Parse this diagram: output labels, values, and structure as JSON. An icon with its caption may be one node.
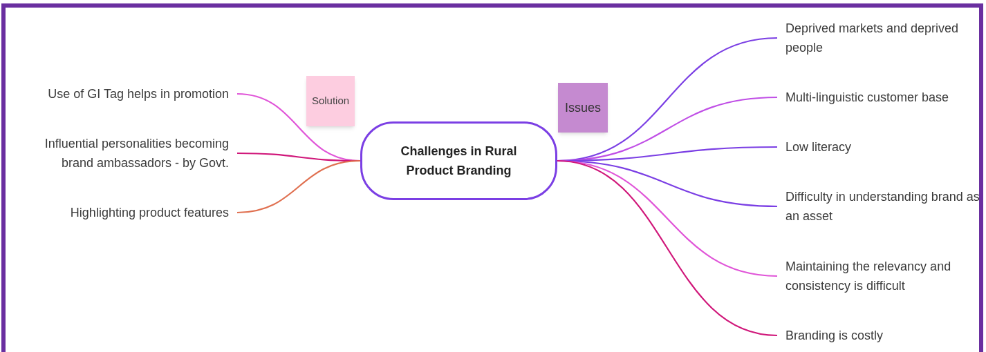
{
  "diagram": {
    "nodes": [
      {
        "text": [
          "Challenges in Rural Product Branding"
        ]
      },
      {
        "text": [
          "Solution"
        ]
      },
      {
        "text": [
          "Issues"
        ]
      },
      {
        "text": [
          "Use of GI Tag helps in promotion"
        ]
      },
      {
        "text": [
          "Influential personalities becoming brand ambassadors - by Govt."
        ]
      },
      {
        "text": [
          "Highlighting product features"
        ]
      },
      {
        "text": [
          "Deprived markets and deprived people"
        ]
      },
      {
        "text": [
          "Multi-linguistic customer base"
        ]
      },
      {
        "text": [
          "Low literacy"
        ]
      },
      {
        "text": [
          "Difficulty in understanding brand as an asset"
        ]
      },
      {
        "text": [
          "Maintaining the relevancy and consistency is difficult"
        ]
      },
      {
        "text": [
          "Branding is costly"
        ]
      }
    ],
    "edges": [
      {
        "from": 0,
        "to": 3,
        "arrow": "none",
        "color": "#e055d8"
      },
      {
        "from": 0,
        "to": 4,
        "arrow": "none",
        "color": "#d0177a"
      },
      {
        "from": 0,
        "to": 5,
        "arrow": "none",
        "color": "#e07050"
      },
      {
        "from": 0,
        "to": 6,
        "arrow": "none"
      },
      {
        "from": 0,
        "to": 7,
        "arrow": "none",
        "color": "#c04fe6"
      },
      {
        "from": 0,
        "to": 8,
        "arrow": "none"
      },
      {
        "from": 0,
        "to": 9,
        "arrow": "none"
      },
      {
        "from": 0,
        "to": 10,
        "arrow": "none",
        "color": "#e055d8"
      },
      {
        "from": 0,
        "to": 11,
        "arrow": "none",
        "color": "#d0177a"
      }
    ]
  }
}
